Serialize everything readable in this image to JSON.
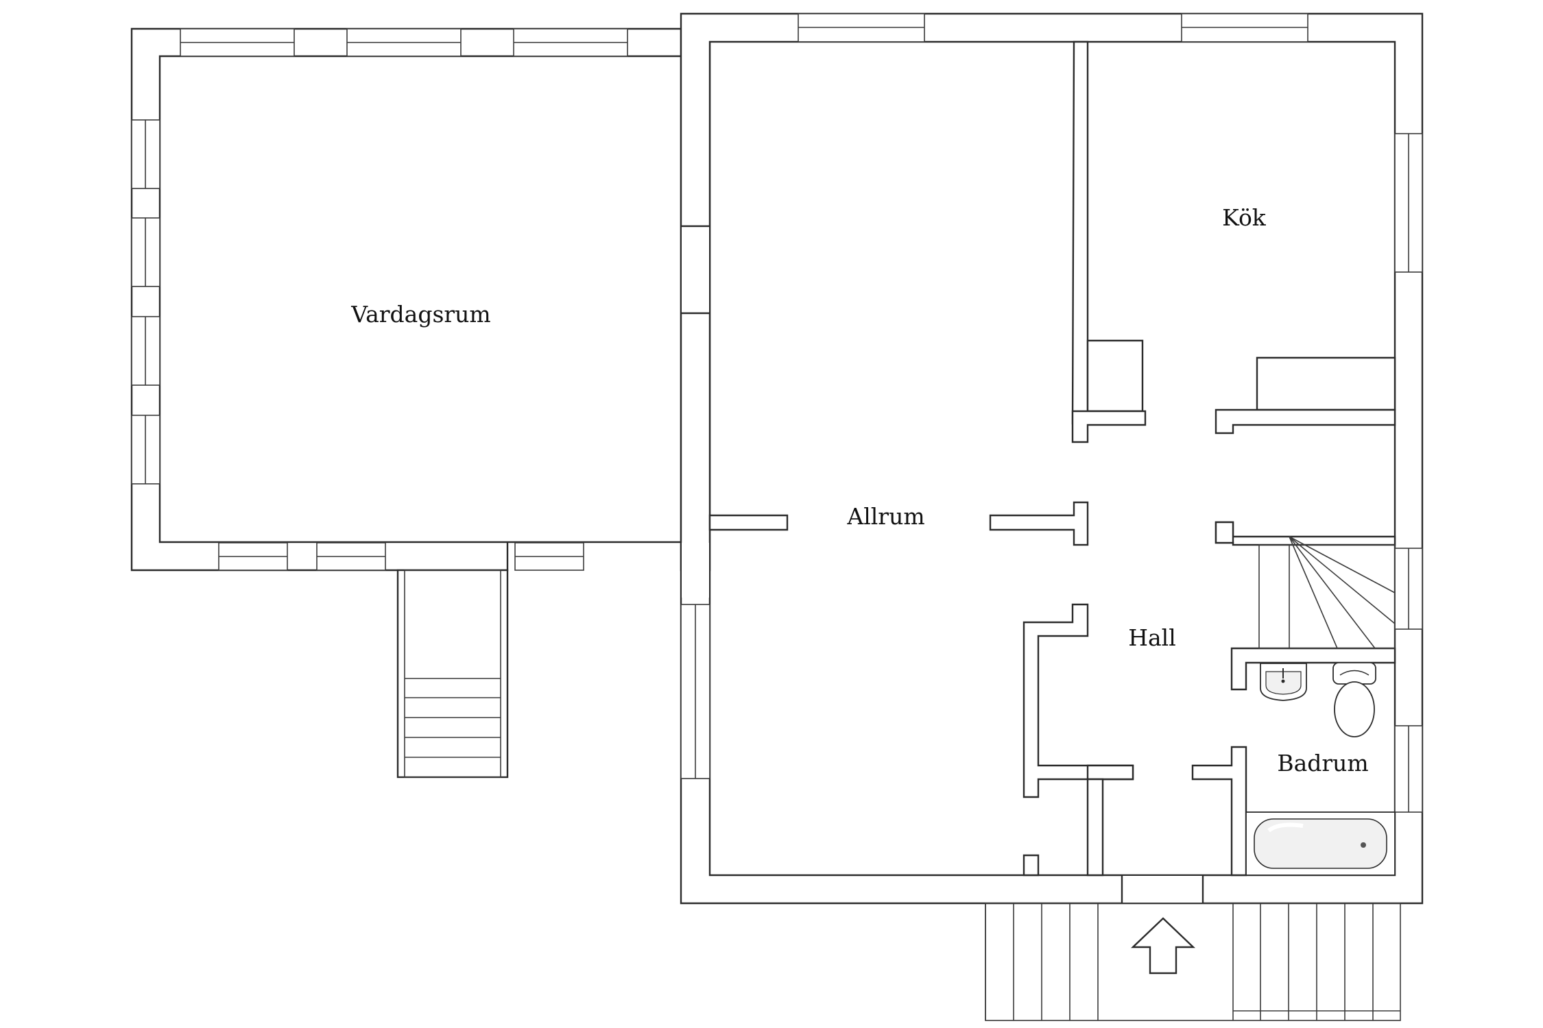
{
  "rooms": {
    "vardagsrum": "Vardagsrum",
    "allrum": "Allrum",
    "kok": "Kök",
    "hall": "Hall",
    "badrum": "Badrum"
  },
  "icons": {
    "entrance": "arrow-up-icon",
    "sink": "sink-icon",
    "toilet": "toilet-icon",
    "bathtub": "bathtub-icon"
  },
  "colors": {
    "line": "#2b2b2b",
    "background": "#ffffff"
  }
}
